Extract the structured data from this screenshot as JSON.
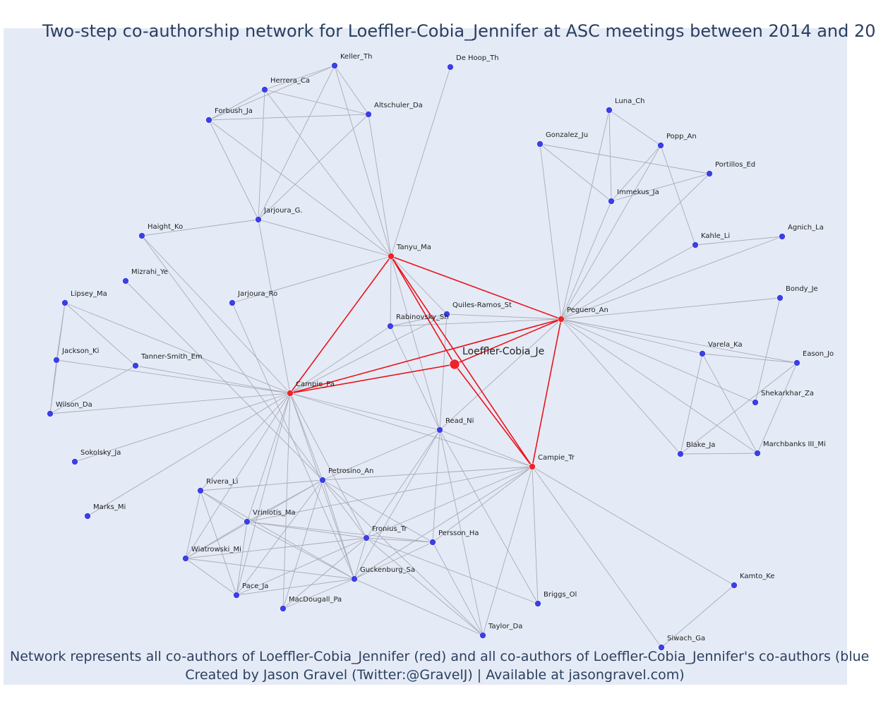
{
  "title": "Two-step co-authorship network for Loeffler-Cobia_Jennifer at ASC meetings between 2014 and 20",
  "caption_line1": "Network represents all co-authors of Loeffler-Cobia_Jennifer (red) and all co-authors of Loeffler-Cobia_Jennifer's co-authors (blue",
  "caption_line2": "Created by Jason Gravel (Twitter:@GravelJ) | Available at jasongravel.com)",
  "colors": {
    "background": "#e5ebf6",
    "blue_node": "#3b3fe6",
    "red_node": "#f0232a",
    "edge_gray": "#a9acb8",
    "edge_red": "#e8141c",
    "text": "#2a3f5f"
  },
  "nodes": [
    {
      "id": "Loeffler-Cobia_Je",
      "group": "ego"
    },
    {
      "id": "Tanyu_Ma",
      "group": "coauthor"
    },
    {
      "id": "Peguero_An",
      "group": "coauthor"
    },
    {
      "id": "Campie_Pa",
      "group": "coauthor"
    },
    {
      "id": "Campie_Tr",
      "group": "coauthor"
    },
    {
      "id": "Keller_Th",
      "group": "second"
    },
    {
      "id": "De Hoop_Th",
      "group": "second"
    },
    {
      "id": "Herrera_Ca",
      "group": "second"
    },
    {
      "id": "Altschuler_Da",
      "group": "second"
    },
    {
      "id": "Forbush_Ja",
      "group": "second"
    },
    {
      "id": "Jarjoura_G.",
      "group": "second"
    },
    {
      "id": "Haight_Ko",
      "group": "second"
    },
    {
      "id": "Mizrahi_Ye",
      "group": "second"
    },
    {
      "id": "Jarjoura_Ro",
      "group": "second"
    },
    {
      "id": "Lipsey_Ma",
      "group": "second"
    },
    {
      "id": "Jackson_Ki",
      "group": "second"
    },
    {
      "id": "Tanner-Smith_Em",
      "group": "second"
    },
    {
      "id": "Wilson_Da",
      "group": "second"
    },
    {
      "id": "Sokolsky_Ja",
      "group": "second"
    },
    {
      "id": "Marks_Mi",
      "group": "second"
    },
    {
      "id": "Rivera_Li",
      "group": "second"
    },
    {
      "id": "Petrosino_An",
      "group": "second"
    },
    {
      "id": "Vriniotis_Ma",
      "group": "second"
    },
    {
      "id": "Wiatrowski_Mi",
      "group": "second"
    },
    {
      "id": "Pace_Ja",
      "group": "second"
    },
    {
      "id": "MacDougall_Pa",
      "group": "second"
    },
    {
      "id": "Guckenburg_Sa",
      "group": "second"
    },
    {
      "id": "Fronius_Tr",
      "group": "second"
    },
    {
      "id": "Persson_Ha",
      "group": "second"
    },
    {
      "id": "Taylor_Da",
      "group": "second"
    },
    {
      "id": "Briggs_Ol",
      "group": "second"
    },
    {
      "id": "Read_Ni",
      "group": "second"
    },
    {
      "id": "Rabinovsky_Sh",
      "group": "second"
    },
    {
      "id": "Quiles-Ramos_St",
      "group": "second"
    },
    {
      "id": "Luna_Ch",
      "group": "second"
    },
    {
      "id": "Gonzalez_Ju",
      "group": "second"
    },
    {
      "id": "Popp_An",
      "group": "second"
    },
    {
      "id": "Portillos_Ed",
      "group": "second"
    },
    {
      "id": "Immekus_Ja",
      "group": "second"
    },
    {
      "id": "Kahle_Li",
      "group": "second"
    },
    {
      "id": "Agnich_La",
      "group": "second"
    },
    {
      "id": "Bondy_Je",
      "group": "second"
    },
    {
      "id": "Varela_Ka",
      "group": "second"
    },
    {
      "id": "Eason_Jo",
      "group": "second"
    },
    {
      "id": "Shekarkhar_Za",
      "group": "second"
    },
    {
      "id": "Blake_Ja",
      "group": "second"
    },
    {
      "id": "Marchbanks III_Mi",
      "group": "second"
    },
    {
      "id": "Kamto_Ke",
      "group": "second"
    },
    {
      "id": "Siwach_Ga",
      "group": "second"
    }
  ],
  "edges_red": [
    [
      "Tanyu_Ma",
      "Campie_Pa"
    ],
    [
      "Tanyu_Ma",
      "Peguero_An"
    ],
    [
      "Tanyu_Ma",
      "Loeffler-Cobia_Je"
    ],
    [
      "Tanyu_Ma",
      "Campie_Tr"
    ],
    [
      "Campie_Pa",
      "Loeffler-Cobia_Je"
    ],
    [
      "Campie_Pa",
      "Peguero_An"
    ],
    [
      "Peguero_An",
      "Loeffler-Cobia_Je"
    ],
    [
      "Peguero_An",
      "Campie_Tr"
    ],
    [
      "Loeffler-Cobia_Je",
      "Campie_Tr"
    ]
  ],
  "edges_gray": [
    [
      "Keller_Th",
      "Herrera_Ca"
    ],
    [
      "Keller_Th",
      "Altschuler_Da"
    ],
    [
      "Keller_Th",
      "Jarjoura_G."
    ],
    [
      "Keller_Th",
      "Tanyu_Ma"
    ],
    [
      "Keller_Th",
      "Forbush_Ja"
    ],
    [
      "Herrera_Ca",
      "Forbush_Ja"
    ],
    [
      "Herrera_Ca",
      "Altschuler_Da"
    ],
    [
      "Herrera_Ca",
      "Jarjoura_G."
    ],
    [
      "Herrera_Ca",
      "Tanyu_Ma"
    ],
    [
      "Forbush_Ja",
      "Altschuler_Da"
    ],
    [
      "Forbush_Ja",
      "Jarjoura_G."
    ],
    [
      "Forbush_Ja",
      "Tanyu_Ma"
    ],
    [
      "Altschuler_Da",
      "Jarjoura_G."
    ],
    [
      "Altschuler_Da",
      "Tanyu_Ma"
    ],
    [
      "De Hoop_Th",
      "Tanyu_Ma"
    ],
    [
      "Jarjoura_G.",
      "Haight_Ko"
    ],
    [
      "Jarjoura_G.",
      "Tanyu_Ma"
    ],
    [
      "Jarjoura_G.",
      "Campie_Pa"
    ],
    [
      "Haight_Ko",
      "Campie_Pa"
    ],
    [
      "Haight_Ko",
      "Petrosino_An"
    ],
    [
      "Mizrahi_Ye",
      "Petrosino_An"
    ],
    [
      "Jarjoura_Ro",
      "Tanyu_Ma"
    ],
    [
      "Jarjoura_Ro",
      "Guckenburg_Sa"
    ],
    [
      "Lipsey_Ma",
      "Jackson_Ki"
    ],
    [
      "Lipsey_Ma",
      "Tanner-Smith_Em"
    ],
    [
      "Lipsey_Ma",
      "Wilson_Da"
    ],
    [
      "Lipsey_Ma",
      "Campie_Pa"
    ],
    [
      "Jackson_Ki",
      "Wilson_Da"
    ],
    [
      "Jackson_Ki",
      "Campie_Pa"
    ],
    [
      "Tanner-Smith_Em",
      "Wilson_Da"
    ],
    [
      "Tanner-Smith_Em",
      "Campie_Pa"
    ],
    [
      "Wilson_Da",
      "Campie_Pa"
    ],
    [
      "Sokolsky_Ja",
      "Campie_Pa"
    ],
    [
      "Marks_Mi",
      "Campie_Pa"
    ],
    [
      "Campie_Pa",
      "Rabinovsky_Sh"
    ],
    [
      "Campie_Pa",
      "Quiles-Ramos_St"
    ],
    [
      "Campie_Pa",
      "Read_Ni"
    ],
    [
      "Campie_Pa",
      "Campie_Tr"
    ],
    [
      "Campie_Pa",
      "Petrosino_An"
    ],
    [
      "Campie_Pa",
      "Vriniotis_Ma"
    ],
    [
      "Campie_Pa",
      "Wiatrowski_Mi"
    ],
    [
      "Campie_Pa",
      "Pace_Ja"
    ],
    [
      "Campie_Pa",
      "MacDougall_Pa"
    ],
    [
      "Campie_Pa",
      "Guckenburg_Sa"
    ],
    [
      "Campie_Pa",
      "Fronius_Tr"
    ],
    [
      "Campie_Pa",
      "Rivera_Li"
    ],
    [
      "Tanyu_Ma",
      "Rabinovsky_Sh"
    ],
    [
      "Tanyu_Ma",
      "Quiles-Ramos_St"
    ],
    [
      "Tanyu_Ma",
      "Read_Ni"
    ],
    [
      "Peguero_An",
      "Luna_Ch"
    ],
    [
      "Peguero_An",
      "Gonzalez_Ju"
    ],
    [
      "Peguero_An",
      "Popp_An"
    ],
    [
      "Peguero_An",
      "Portillos_Ed"
    ],
    [
      "Peguero_An",
      "Immekus_Ja"
    ],
    [
      "Peguero_An",
      "Kahle_Li"
    ],
    [
      "Peguero_An",
      "Agnich_La"
    ],
    [
      "Peguero_An",
      "Bondy_Je"
    ],
    [
      "Peguero_An",
      "Varela_Ka"
    ],
    [
      "Peguero_An",
      "Eason_Jo"
    ],
    [
      "Peguero_An",
      "Shekarkhar_Za"
    ],
    [
      "Peguero_An",
      "Blake_Ja"
    ],
    [
      "Peguero_An",
      "Marchbanks III_Mi"
    ],
    [
      "Peguero_An",
      "Quiles-Ramos_St"
    ],
    [
      "Peguero_An",
      "Rabinovsky_Sh"
    ],
    [
      "Peguero_An",
      "Read_Ni"
    ],
    [
      "Luna_Ch",
      "Immekus_Ja"
    ],
    [
      "Luna_Ch",
      "Popp_An"
    ],
    [
      "Gonzalez_Ju",
      "Immekus_Ja"
    ],
    [
      "Gonzalez_Ju",
      "Portillos_Ed"
    ],
    [
      "Popp_An",
      "Immekus_Ja"
    ],
    [
      "Popp_An",
      "Kahle_Li"
    ],
    [
      "Portillos_Ed",
      "Immekus_Ja"
    ],
    [
      "Kahle_Li",
      "Agnich_La"
    ],
    [
      "Bondy_Je",
      "Shekarkhar_Za"
    ],
    [
      "Varela_Ka",
      "Eason_Jo"
    ],
    [
      "Varela_Ka",
      "Blake_Ja"
    ],
    [
      "Varela_Ka",
      "Marchbanks III_Mi"
    ],
    [
      "Eason_Jo",
      "Blake_Ja"
    ],
    [
      "Eason_Jo",
      "Marchbanks III_Mi"
    ],
    [
      "Blake_Ja",
      "Marchbanks III_Mi"
    ],
    [
      "Campie_Tr",
      "Read_Ni"
    ],
    [
      "Campie_Tr",
      "Petrosino_An"
    ],
    [
      "Campie_Tr",
      "Fronius_Tr"
    ],
    [
      "Campie_Tr",
      "Persson_Ha"
    ],
    [
      "Campie_Tr",
      "Guckenburg_Sa"
    ],
    [
      "Campie_Tr",
      "Taylor_Da"
    ],
    [
      "Campie_Tr",
      "Briggs_Ol"
    ],
    [
      "Campie_Tr",
      "Vriniotis_Ma"
    ],
    [
      "Campie_Tr",
      "Kamto_Ke"
    ],
    [
      "Campie_Tr",
      "Siwach_Ga"
    ],
    [
      "Kamto_Ke",
      "Siwach_Ga"
    ],
    [
      "Read_Ni",
      "Petrosino_An"
    ],
    [
      "Read_Ni",
      "Fronius_Tr"
    ],
    [
      "Read_Ni",
      "Persson_Ha"
    ],
    [
      "Read_Ni",
      "Guckenburg_Sa"
    ],
    [
      "Read_Ni",
      "Taylor_Da"
    ],
    [
      "Read_Ni",
      "Briggs_Ol"
    ],
    [
      "Read_Ni",
      "Rabinovsky_Sh"
    ],
    [
      "Quiles-Ramos_St",
      "Rabinovsky_Sh"
    ],
    [
      "Quiles-Ramos_St",
      "Read_Ni"
    ],
    [
      "Rivera_Li",
      "Petrosino_An"
    ],
    [
      "Rivera_Li",
      "Vriniotis_Ma"
    ],
    [
      "Rivera_Li",
      "Wiatrowski_Mi"
    ],
    [
      "Rivera_Li",
      "Pace_Ja"
    ],
    [
      "Rivera_Li",
      "Guckenburg_Sa"
    ],
    [
      "Petrosino_An",
      "Vriniotis_Ma"
    ],
    [
      "Petrosino_An",
      "Wiatrowski_Mi"
    ],
    [
      "Petrosino_An",
      "Pace_Ja"
    ],
    [
      "Petrosino_An",
      "MacDougall_Pa"
    ],
    [
      "Petrosino_An",
      "Guckenburg_Sa"
    ],
    [
      "Petrosino_An",
      "Fronius_Tr"
    ],
    [
      "Petrosino_An",
      "Persson_Ha"
    ],
    [
      "Petrosino_An",
      "Taylor_Da"
    ],
    [
      "Vriniotis_Ma",
      "Wiatrowski_Mi"
    ],
    [
      "Vriniotis_Ma",
      "Pace_Ja"
    ],
    [
      "Vriniotis_Ma",
      "Guckenburg_Sa"
    ],
    [
      "Vriniotis_Ma",
      "Fronius_Tr"
    ],
    [
      "Vriniotis_Ma",
      "Persson_Ha"
    ],
    [
      "Wiatrowski_Mi",
      "Pace_Ja"
    ],
    [
      "Wiatrowski_Mi",
      "Guckenburg_Sa"
    ],
    [
      "Wiatrowski_Mi",
      "Fronius_Tr"
    ],
    [
      "Pace_Ja",
      "Guckenburg_Sa"
    ],
    [
      "Pace_Ja",
      "Fronius_Tr"
    ],
    [
      "MacDougall_Pa",
      "Guckenburg_Sa"
    ],
    [
      "MacDougall_Pa",
      "Fronius_Tr"
    ],
    [
      "Guckenburg_Sa",
      "Fronius_Tr"
    ],
    [
      "Guckenburg_Sa",
      "Persson_Ha"
    ],
    [
      "Guckenburg_Sa",
      "Taylor_Da"
    ],
    [
      "Fronius_Tr",
      "Persson_Ha"
    ],
    [
      "Fronius_Tr",
      "Taylor_Da"
    ],
    [
      "Fronius_Tr",
      "Briggs_Ol"
    ],
    [
      "Persson_Ha",
      "Taylor_Da"
    ]
  ]
}
